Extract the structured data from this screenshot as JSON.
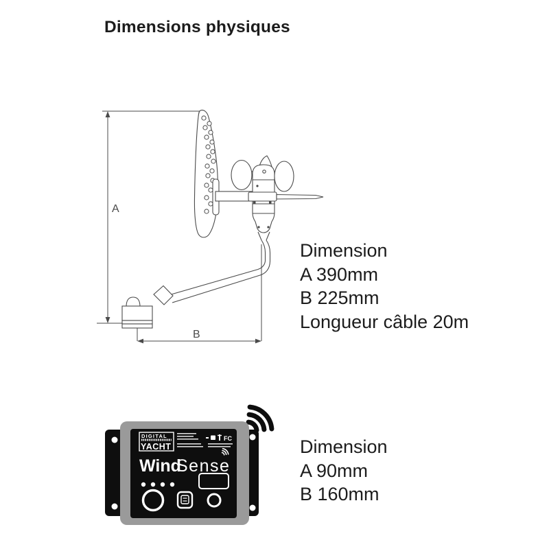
{
  "title": "Dimensions physiques",
  "diagram": {
    "label_a": "A",
    "label_b": "B"
  },
  "sensor_specs": {
    "heading": "Dimension",
    "lines": [
      "A 390mm",
      "B 225mm",
      "Longueur câble 20m"
    ]
  },
  "device": {
    "brand_line1": "DIGITAL",
    "brand_line2": "YACHT",
    "product_name_bold": "Wind",
    "product_name_light": "Sense",
    "cert_mark": "FC"
  },
  "device_specs": {
    "heading": "Dimension",
    "lines": [
      "A 90mm",
      "B 160mm"
    ]
  },
  "colors": {
    "ink": "#1c1c1c",
    "drawing_line": "#4a4a4a",
    "device_frame": "#9a9a9a",
    "device_face": "#0e0e0e",
    "device_text": "#ffffff"
  }
}
